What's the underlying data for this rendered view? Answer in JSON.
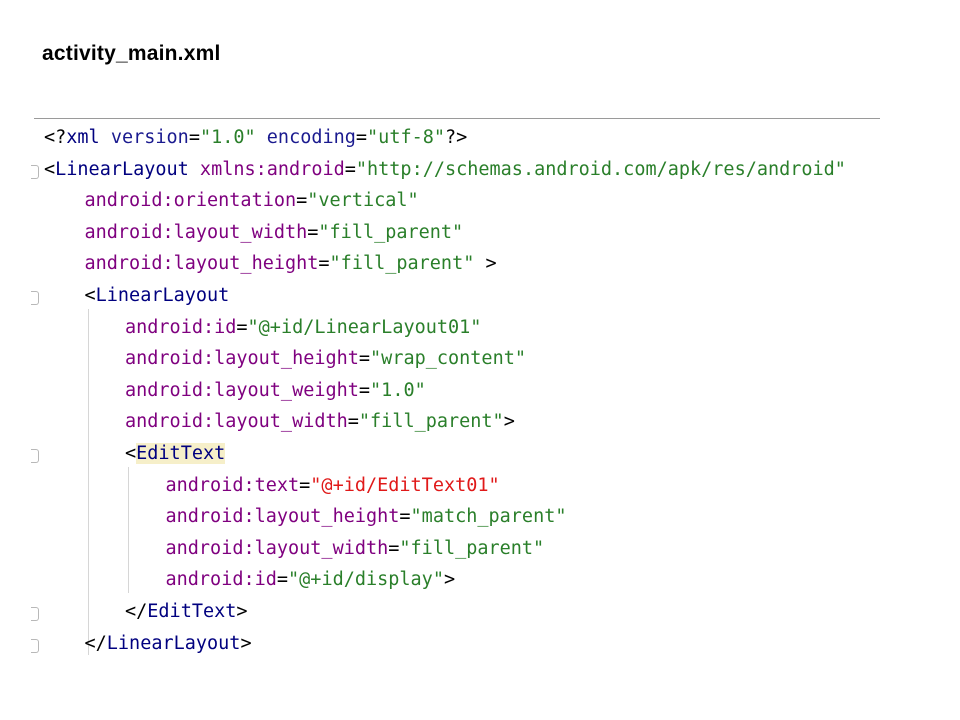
{
  "document": {
    "title": "activity_main.xml"
  },
  "colors": {
    "tag": "#00007f",
    "attribute": "#7f007f",
    "value": "#2a7f2a",
    "value_highlight": "#e01919",
    "highlight_bg": "#f6efc9"
  },
  "code": {
    "lines": [
      {
        "indent": 0,
        "fold": false,
        "tokens": [
          {
            "t": "<?",
            "k": "bracket"
          },
          {
            "t": "xml",
            "k": "tag"
          },
          {
            "t": " version",
            "k": "decl"
          },
          {
            "t": "=",
            "k": "bracket"
          },
          {
            "t": "\"1.0\"",
            "k": "value"
          },
          {
            "t": " encoding",
            "k": "decl"
          },
          {
            "t": "=",
            "k": "bracket"
          },
          {
            "t": "\"utf-8\"",
            "k": "value"
          },
          {
            "t": "?>",
            "k": "bracket"
          }
        ]
      },
      {
        "indent": 0,
        "fold": true,
        "tokens": [
          {
            "t": "<",
            "k": "bracket"
          },
          {
            "t": "LinearLayout",
            "k": "tag"
          },
          {
            "t": " xmlns:android",
            "k": "attr"
          },
          {
            "t": "=",
            "k": "bracket"
          },
          {
            "t": "\"http://schemas.android.com/apk/res/android\"",
            "k": "value"
          }
        ]
      },
      {
        "indent": 1,
        "fold": false,
        "tokens": [
          {
            "t": "android:orientation",
            "k": "attr"
          },
          {
            "t": "=",
            "k": "bracket"
          },
          {
            "t": "\"vertical\"",
            "k": "value"
          }
        ]
      },
      {
        "indent": 1,
        "fold": false,
        "tokens": [
          {
            "t": "android:layout_width",
            "k": "attr"
          },
          {
            "t": "=",
            "k": "bracket"
          },
          {
            "t": "\"fill_parent\"",
            "k": "value"
          }
        ]
      },
      {
        "indent": 1,
        "fold": false,
        "tokens": [
          {
            "t": "android:layout_height",
            "k": "attr"
          },
          {
            "t": "=",
            "k": "bracket"
          },
          {
            "t": "\"fill_parent\"",
            "k": "value"
          },
          {
            "t": " >",
            "k": "bracket"
          }
        ]
      },
      {
        "indent": 1,
        "fold": true,
        "tokens": [
          {
            "t": "<",
            "k": "bracket"
          },
          {
            "t": "LinearLayout",
            "k": "tag"
          }
        ]
      },
      {
        "indent": 2,
        "fold": false,
        "tokens": [
          {
            "t": "android:id",
            "k": "attr"
          },
          {
            "t": "=",
            "k": "bracket"
          },
          {
            "t": "\"@+id/LinearLayout01\"",
            "k": "value"
          }
        ]
      },
      {
        "indent": 2,
        "fold": false,
        "tokens": [
          {
            "t": "android:layout_height",
            "k": "attr"
          },
          {
            "t": "=",
            "k": "bracket"
          },
          {
            "t": "\"wrap_content\"",
            "k": "value"
          }
        ]
      },
      {
        "indent": 2,
        "fold": false,
        "tokens": [
          {
            "t": "android:layout_weight",
            "k": "attr"
          },
          {
            "t": "=",
            "k": "bracket"
          },
          {
            "t": "\"1.0\"",
            "k": "value"
          }
        ]
      },
      {
        "indent": 2,
        "fold": false,
        "tokens": [
          {
            "t": "android:layout_width",
            "k": "attr"
          },
          {
            "t": "=",
            "k": "bracket"
          },
          {
            "t": "\"fill_parent\"",
            "k": "value"
          },
          {
            "t": ">",
            "k": "bracket"
          }
        ]
      },
      {
        "indent": 2,
        "fold": true,
        "tokens": [
          {
            "t": "<",
            "k": "bracket"
          },
          {
            "t": "EditText",
            "k": "tag-hl"
          }
        ]
      },
      {
        "indent": 3,
        "fold": false,
        "tokens": [
          {
            "t": "android:text",
            "k": "attr"
          },
          {
            "t": "=",
            "k": "bracket"
          },
          {
            "t": "\"@+id/EditText01\"",
            "k": "value-red"
          }
        ]
      },
      {
        "indent": 3,
        "fold": false,
        "tokens": [
          {
            "t": "android:layout_height",
            "k": "attr"
          },
          {
            "t": "=",
            "k": "bracket"
          },
          {
            "t": "\"match_parent\"",
            "k": "value"
          }
        ]
      },
      {
        "indent": 3,
        "fold": false,
        "tokens": [
          {
            "t": "android:layout_width",
            "k": "attr"
          },
          {
            "t": "=",
            "k": "bracket"
          },
          {
            "t": "\"fill_parent\"",
            "k": "value"
          }
        ]
      },
      {
        "indent": 3,
        "fold": false,
        "tokens": [
          {
            "t": "android:id",
            "k": "attr"
          },
          {
            "t": "=",
            "k": "bracket"
          },
          {
            "t": "\"@+id/display\"",
            "k": "value"
          },
          {
            "t": ">",
            "k": "bracket"
          }
        ]
      },
      {
        "indent": 2,
        "fold": true,
        "tokens": [
          {
            "t": "</",
            "k": "bracket"
          },
          {
            "t": "EditText",
            "k": "tag"
          },
          {
            "t": ">",
            "k": "bracket"
          }
        ]
      },
      {
        "indent": 1,
        "fold": true,
        "tokens": [
          {
            "t": "</",
            "k": "bracket"
          },
          {
            "t": "LinearLayout",
            "k": "tag"
          },
          {
            "t": ">",
            "k": "bracket"
          }
        ]
      }
    ]
  }
}
